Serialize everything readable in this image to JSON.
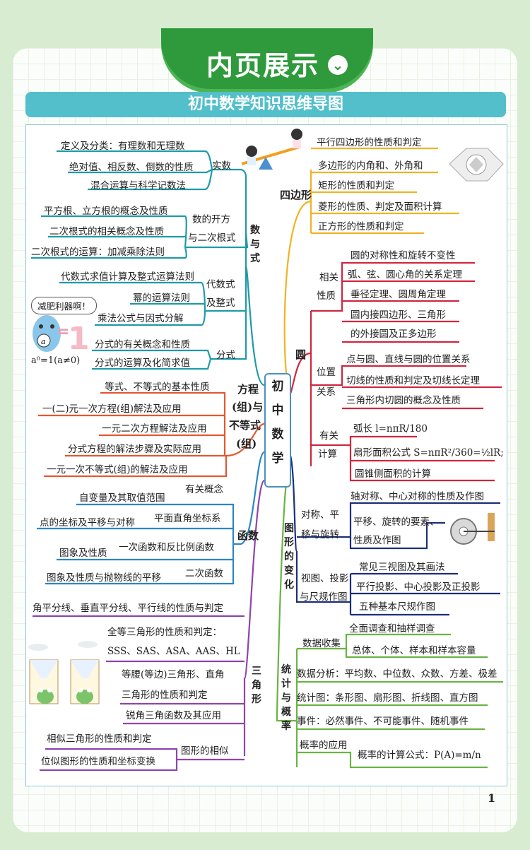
{
  "header": {
    "title": "内页展示",
    "chevron": "⌄"
  },
  "banner": {
    "title": "初中数学知识思维导图"
  },
  "center": {
    "chars": [
      "初",
      "中",
      "数",
      "学"
    ]
  },
  "page_number": "1",
  "icons": {
    "seesaw": "seesaw-children-icon",
    "polygon": "polygon-tile-icon",
    "mascot": "snowman-mascot-icon",
    "frogs": "frog-figures-icon",
    "wheel": "wheel-axle-icon"
  },
  "numbers": {
    "title_v": [
      "数",
      "与",
      "式"
    ],
    "shishu": "实数",
    "real": [
      "定义及分类：有理数和无理数",
      "绝对值、相反数、倒数的性质",
      "混合运算与科学记数法"
    ],
    "root_head": [
      "数的开方",
      "与二次根式"
    ],
    "root": [
      "平方根、立方根的概念及性质",
      "二次根式的相关概念及性质",
      "二次根式的运算：加减乘除法则"
    ],
    "alg_head": [
      "代数式",
      "及整式"
    ],
    "alg": [
      "代数式求值计算及整式运算法则",
      "幂的运算法则",
      "乘法公式与因式分解"
    ],
    "frac_head": "分式",
    "frac": [
      "分式的有关概念和性质",
      "分式的运算及化简求值"
    ],
    "speech": "减肥利器啊！",
    "formula": "a⁰=1(a≠0)"
  },
  "equations": {
    "title": [
      "方程",
      "(组)与",
      "不等式",
      "(组)"
    ],
    "items": [
      "等式、不等式的基本性质",
      "一(二)元一次方程(组)解法及应用",
      "一元二次方程解法及应用",
      "分式方程的解法步骤及实际应用",
      "一元一次不等式(组)的解法及应用"
    ]
  },
  "functions": {
    "title": "函数",
    "heads": [
      "有关概念",
      "平面直角坐标系",
      "一次函数和反比例函数",
      "二次函数"
    ],
    "items": [
      "自变量及其取值范围",
      "点的坐标及平移与对称",
      "图象及性质",
      "图象及性质与抛物线的平移"
    ]
  },
  "triangles": {
    "title_v": [
      "三",
      "角",
      "形"
    ],
    "items": [
      "角平分线、垂直平分线、平行线的性质与判定",
      "全等三角形的性质和判定：",
      "SSS、SAS、ASA、AAS、HL",
      "等腰(等边)三角形、直角",
      "三角形的性质和判定",
      "锐角三角函数及其应用",
      "相似三角形的性质和判定",
      "位似图形的性质和坐标变换"
    ],
    "sim_head": "图形的相似"
  },
  "quad": {
    "title": "四边形",
    "items": [
      "平行四边形的性质和判定",
      "多边形的内角和、外角和",
      "矩形的性质和判定",
      "菱形的性质、判定及面积计算",
      "正方形的性质和判定"
    ]
  },
  "circle": {
    "title": "圆",
    "rel_head": [
      "相关",
      "性质"
    ],
    "rel": [
      "圆的对称性和旋转不变性",
      "弧、弦、圆心角的关系定理",
      "垂径定理、圆周角定理",
      "圆内接四边形、三角形",
      "的外接圆及正多边形"
    ],
    "pos_head": [
      "位置",
      "关系"
    ],
    "pos": [
      "点与圆、直线与圆的位置关系",
      "切线的性质和判定及切线长定理",
      "三角形内切圆的概念及性质"
    ],
    "calc_head": [
      "有关",
      "计算"
    ],
    "arc": "弧长 l=nπR/180",
    "sector": "扇形面积公式 S=nπR²/360=½lR;",
    "cone": "圆锥侧面积的计算"
  },
  "transform": {
    "title_v": [
      "图",
      "形",
      "的",
      "变",
      "化"
    ],
    "sym_head": [
      "对称、平",
      "移与旋转"
    ],
    "sym": [
      "轴对称、中心对称的性质及作图",
      "平移、旋转的要素、",
      "性质及作图"
    ],
    "view_head": [
      "视图、投影",
      "与尺规作图"
    ],
    "view": [
      "常见三视图及其画法",
      "平行投影、中心投影及正投影",
      "五种基本尺规作图"
    ]
  },
  "stats": {
    "title_v": [
      "统",
      "计",
      "与",
      "概",
      "率"
    ],
    "collect_head": "数据收集",
    "collect": [
      "全面调查和抽样调查",
      "总体、个体、样本和样本容量"
    ],
    "analysis": "数据分析：平均数、中位数、众数、方差、极差",
    "charts": "统计图：条形图、扇形图、折线图、直方图",
    "events": "事件：必然事件、不可能事件、随机事件",
    "prob_head": "概率的应用",
    "prob": "概率的计算公式：P(A)=m/n"
  },
  "colors": {
    "header_green": "#2e9a3c",
    "banner": "#52bfca",
    "numbers": "#1f9aa8",
    "equations": "#e4572e",
    "functions": "#2b86c5",
    "triangles": "#8e44ad",
    "quad": "#f0b321",
    "circle": "#d2263f",
    "transform": "#1b2f7a",
    "stats": "#6ab344"
  }
}
